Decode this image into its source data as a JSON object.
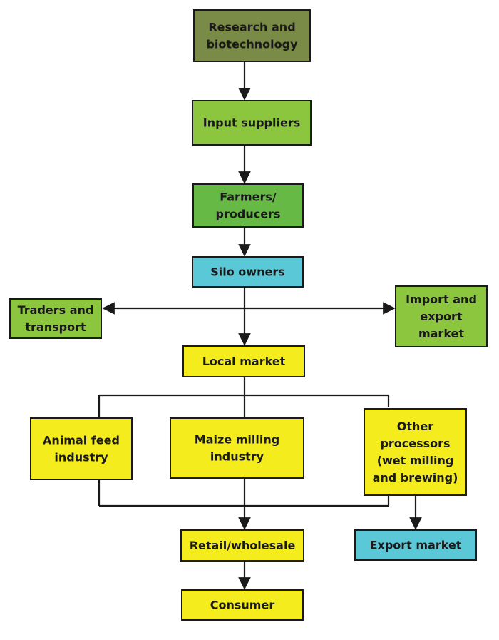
{
  "colors": {
    "olive": "#7a8b47",
    "light_green": "#8cc63f",
    "green": "#66b944",
    "cyan": "#5bc8d8",
    "yellow": "#f4ec1c",
    "line": "#1a1a1a"
  },
  "nodes": {
    "research": {
      "lines": [
        "Research and",
        "biotechnology"
      ],
      "color": "olive"
    },
    "input": {
      "lines": [
        "Input suppliers"
      ],
      "color": "light_green"
    },
    "farmers": {
      "lines": [
        "Farmers/",
        "producers"
      ],
      "color": "green"
    },
    "silo": {
      "lines": [
        "Silo owners"
      ],
      "color": "cyan"
    },
    "traders": {
      "lines": [
        "Traders and",
        "transport"
      ],
      "color": "light_green"
    },
    "import_export": {
      "lines": [
        "Import and",
        "export",
        "market"
      ],
      "color": "light_green"
    },
    "local": {
      "lines": [
        "Local market"
      ],
      "color": "yellow"
    },
    "animal": {
      "lines": [
        "Animal feed",
        "industry"
      ],
      "color": "yellow"
    },
    "maize": {
      "lines": [
        "Maize milling",
        "industry"
      ],
      "color": "yellow"
    },
    "other": {
      "lines": [
        "Other",
        "processors",
        "(wet milling",
        "and brewing)"
      ],
      "color": "yellow"
    },
    "retail": {
      "lines": [
        "Retail/wholesale"
      ],
      "color": "yellow"
    },
    "export": {
      "lines": [
        "Export market"
      ],
      "color": "cyan"
    },
    "consumer": {
      "lines": [
        "Consumer"
      ],
      "color": "yellow"
    }
  }
}
